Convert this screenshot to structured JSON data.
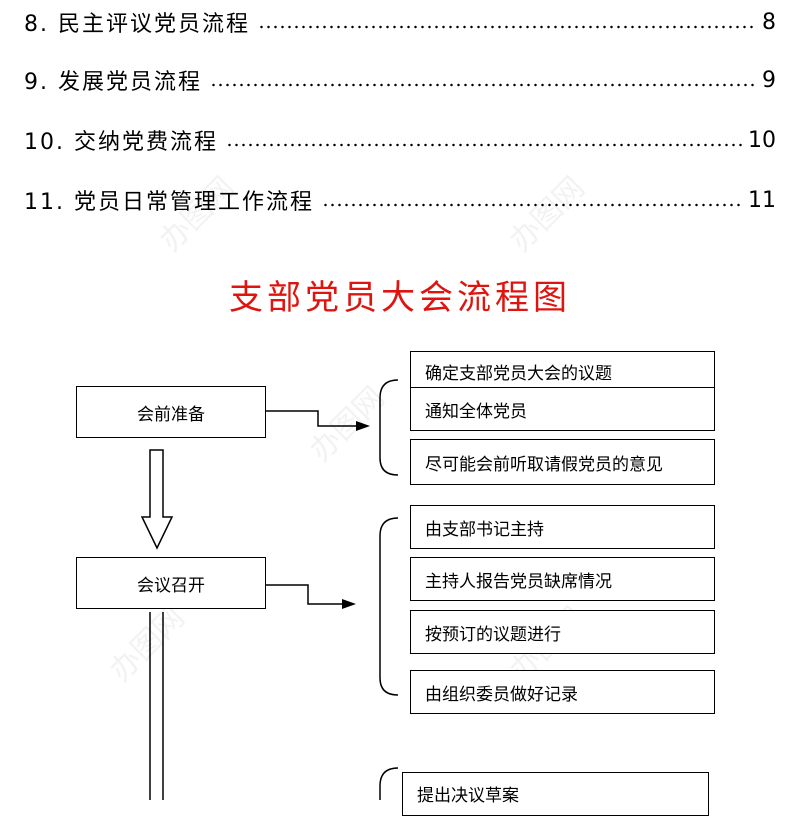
{
  "toc": [
    {
      "title": "8. 民主评议党员流程",
      "page": "8"
    },
    {
      "title": "9. 发展党员流程",
      "page": "9"
    },
    {
      "title": "10. 交纳党费流程",
      "page": "10"
    },
    {
      "title": "11. 党员日常管理工作流程",
      "page": "11"
    }
  ],
  "chart": {
    "title": "支部党员大会流程图",
    "title_color": "#e0140f",
    "stages": [
      "会前准备",
      "会议召开"
    ],
    "group1": [
      "确定支部党员大会的议题",
      "通知全体党员",
      "尽可能会前听取请假党员的意见"
    ],
    "group2": [
      "由支部书记主持",
      "主持人报告党员缺席情况",
      "按预订的议题进行",
      "由组织委员做好记录"
    ],
    "group3": [
      "提出决议草案"
    ]
  },
  "watermark": "办图网"
}
